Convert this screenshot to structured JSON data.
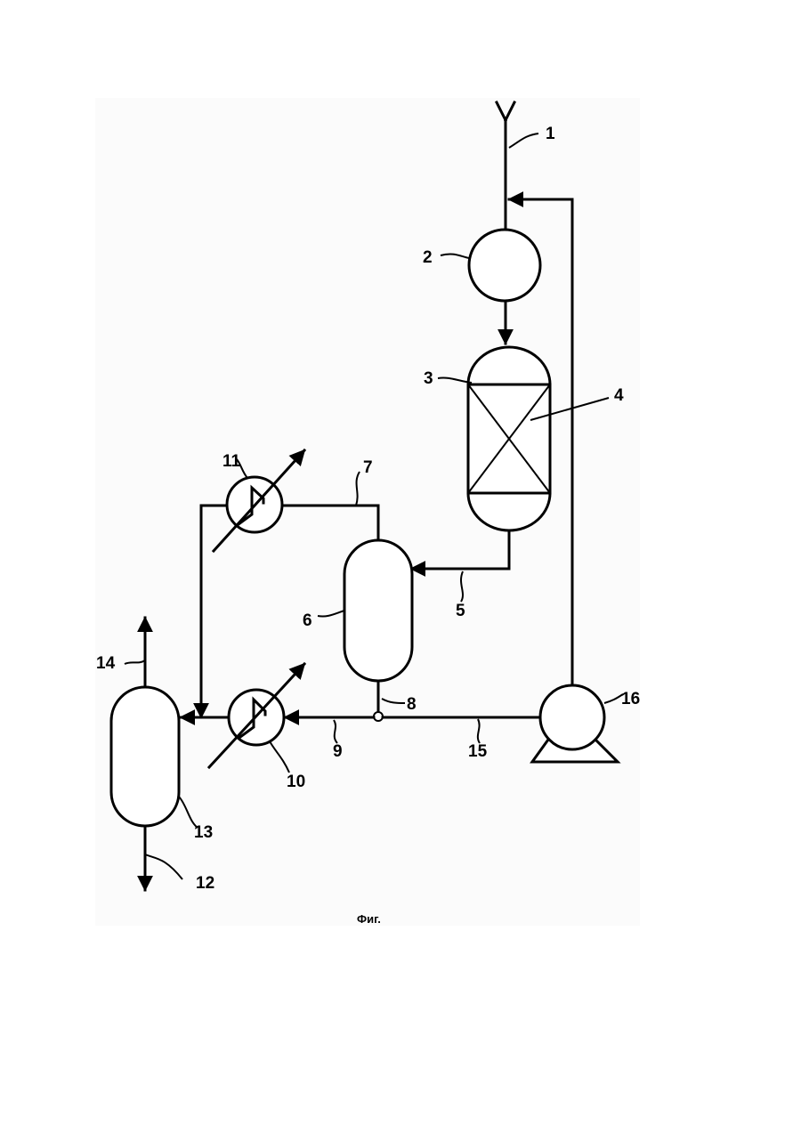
{
  "figure": {
    "caption": "Фиг.",
    "background": "#fbfbfb",
    "line_color": "#000000"
  },
  "labels": {
    "l1": "1",
    "l2": "2",
    "l3": "3",
    "l4": "4",
    "l5": "5",
    "l6": "6",
    "l7": "7",
    "l8": "8",
    "l9": "9",
    "l10": "10",
    "l11": "11",
    "l12": "12",
    "l13": "13",
    "l14": "14",
    "l15": "15",
    "l16": "16"
  }
}
